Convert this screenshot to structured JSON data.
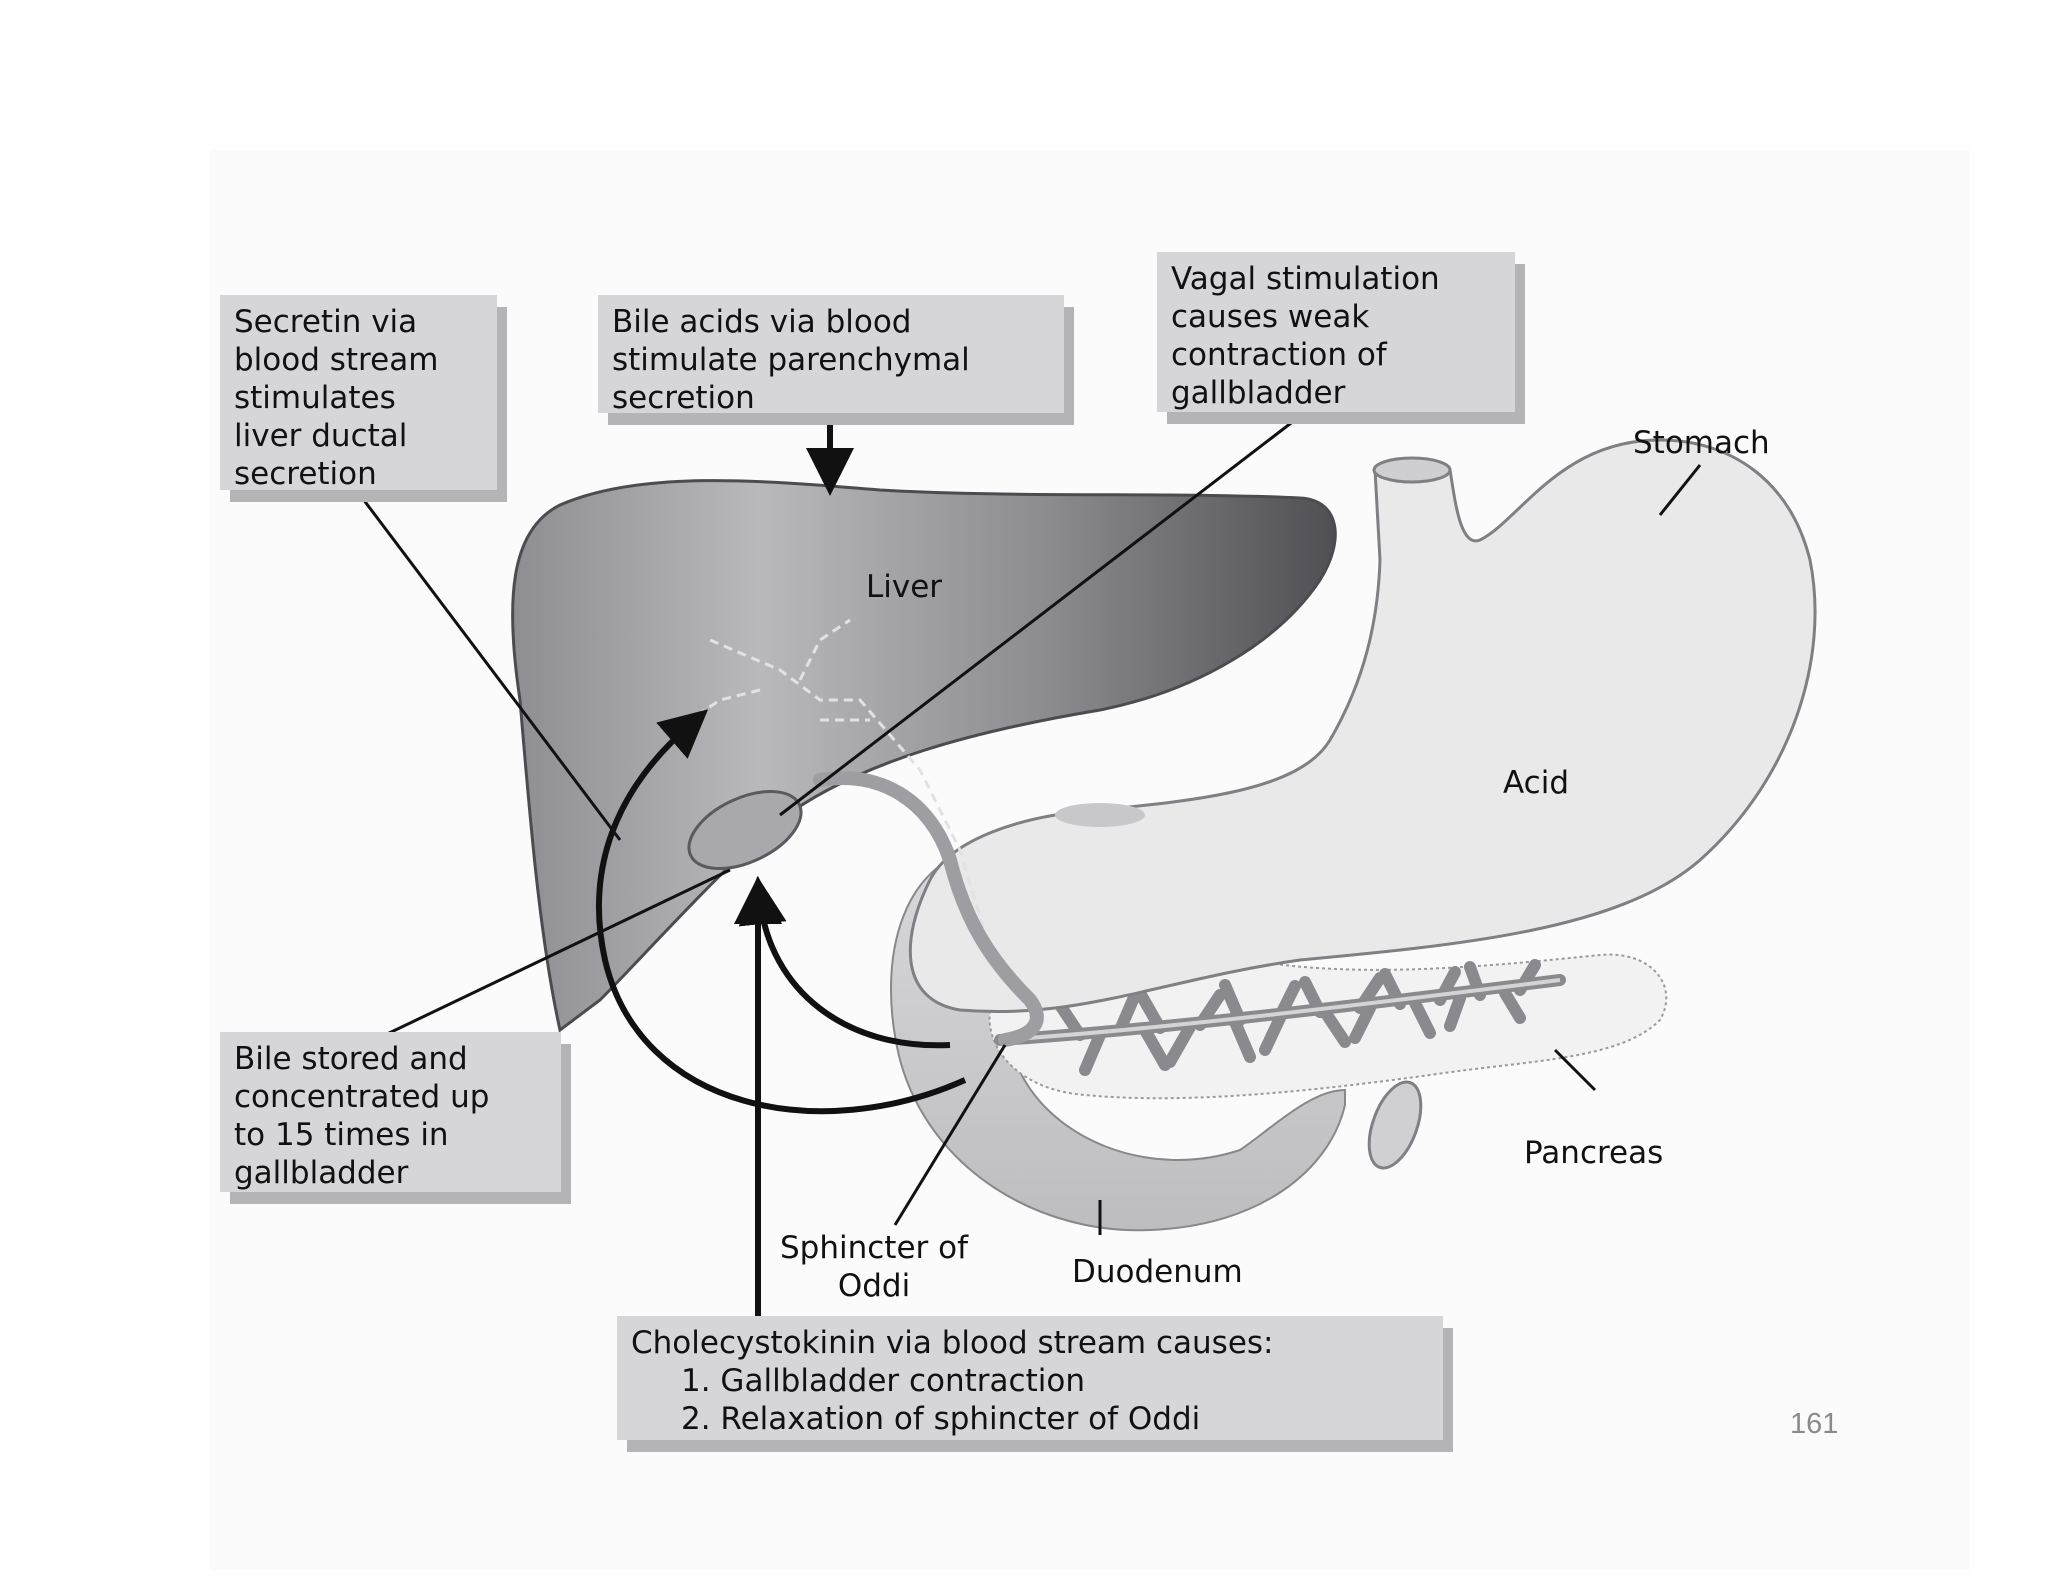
{
  "slide": {
    "title": "Regulation of bile secretion",
    "page_number": "161"
  },
  "callouts": {
    "secretin": "Secretin via\nblood stream\nstimulates\nliver ductal\nsecretion",
    "bile_acids": "Bile acids via blood\nstimulate parenchymal\nsecretion",
    "vagal": "Vagal stimulation\ncauses weak\ncontraction of\ngallbladder",
    "bile_stored": "Bile stored and\nconcentrated up\nto 15 times in\ngallbladder",
    "cck": {
      "heading": "Cholecystokinin via blood stream causes:",
      "items": [
        "1. Gallbladder contraction",
        "2. Relaxation of sphincter of Oddi"
      ]
    }
  },
  "labels": {
    "liver": "Liver",
    "stomach": "Stomach",
    "acid": "Acid",
    "pancreas": "Pancreas",
    "duodenum": "Duodenum",
    "sphincter": "Sphincter of\nOddi"
  },
  "colors": {
    "title": "#e8000b",
    "callout_fill": "#d6d6d8",
    "callout_shadow": "#b4b4b7",
    "liver_dark": "#5e5e63",
    "liver_light": "#b2b2b5",
    "stomach": "#e9e9ea",
    "duodenum": "#d2d2d4",
    "pancreas": "#f2f2f2"
  }
}
